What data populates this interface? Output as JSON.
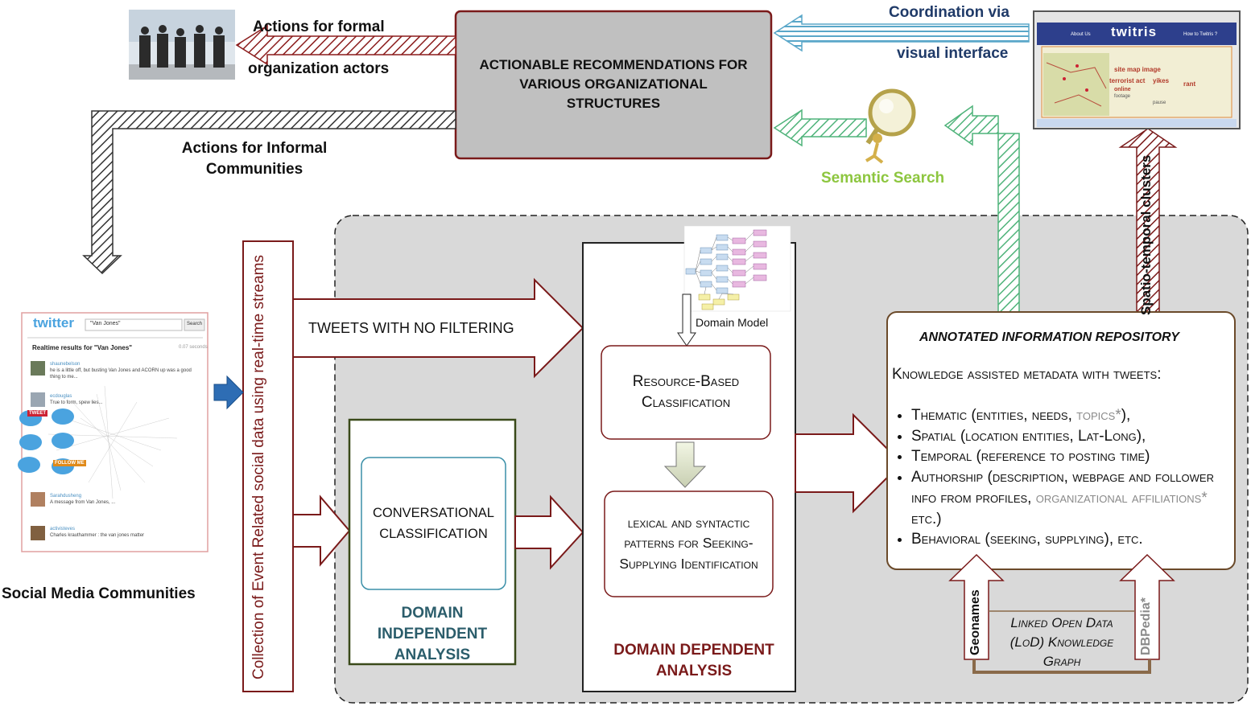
{
  "colors": {
    "dark_red": "#7a1a1a",
    "navy": "#1f3a68",
    "green_text": "#8dc63f",
    "green_hatch": "#4fb37a",
    "gray_panel": "#d9d9d9",
    "recommend_fill": "#c0c0c0",
    "teal_text": "#2b5d6b",
    "dark_green_border": "#3a4a1a",
    "blue_arrow": "#2e6db4"
  },
  "top": {
    "recommendations": "ACTIONABLE RECOMMENDATIONS FOR VARIOUS ORGANIZATIONAL STRUCTURES",
    "formal_line1": "Actions for formal",
    "formal_line2": "organization actors",
    "informal": "Actions for Informal Communities",
    "coord_line1": "Coordination via",
    "coord_line2": "visual interface",
    "semantic_search": "Semantic Search",
    "spatio_temporal": "Spatio-temporal clusters"
  },
  "twitris_screenshot": {
    "logo": "twitris",
    "nav_about": "About Us",
    "nav_how": "How to Twitris ?",
    "tags": [
      "site map image",
      "terrorist act",
      "yikes",
      "rant",
      "online",
      "footage",
      "pause"
    ]
  },
  "left": {
    "social_media": "Social Media Communities",
    "collection": "Collection of Event Related social data using real-time streams",
    "twitter_logo": "twitter",
    "search_value": "\"Van Jones\"",
    "search_button": "Search",
    "results_header": "Realtime results for \"Van Jones\"",
    "results_time": "0.07 seconds",
    "tweets": [
      {
        "user": "shaunebelson",
        "text": "he is a little off, but busting Van Jones and ACORN up was a good thing to me..."
      },
      {
        "user": "ecdouglas",
        "text": "True to form, spew lies..."
      },
      {
        "user": "Sarahdusheng",
        "text": "A message from Van Jones, ..."
      },
      {
        "user": "activisteves",
        "text": "Charles krauthammer : the van jones matter"
      }
    ],
    "badge_tweet": "TWEET",
    "badge_follow": "FOLLOW ME"
  },
  "middle": {
    "tweets_no_filter": "TWEETS WITH NO FILTERING",
    "conversational": "CONVERSATIONAL CLASSIFICATION",
    "domain_independent": "DOMAIN INDEPENDENT ANALYSIS",
    "domain_model": "Domain Model",
    "resource_based": "Resource-Based Classification",
    "lexical": "lexical and syntactic patterns for Seeking-Supplying Identification",
    "domain_dependent": "DOMAIN DEPENDENT ANALYSIS"
  },
  "repository": {
    "title": "ANNOTATED INFORMATION REPOSITORY",
    "intro": "Knowledge assisted metadata with tweets:",
    "items": [
      {
        "main": "Thematic (entities, needs, ",
        "grey": "topics*",
        "tail": "),"
      },
      {
        "main": "Spatial (location entities, Lat-Long),",
        "grey": "",
        "tail": ""
      },
      {
        "main": "Temporal (reference to posting time)",
        "grey": "",
        "tail": ""
      },
      {
        "main": "Authorship (description, webpage and follower info from profiles, ",
        "grey": "organizational affiliations*",
        "tail": " etc.)"
      },
      {
        "main": "Behavioral (seeking, supplying), etc.",
        "grey": "",
        "tail": ""
      }
    ]
  },
  "lod": {
    "geonames": "Geonames",
    "dbpedia": "DBPedia*",
    "text": "Linked Open Data (LoD) Knowledge Graph"
  }
}
